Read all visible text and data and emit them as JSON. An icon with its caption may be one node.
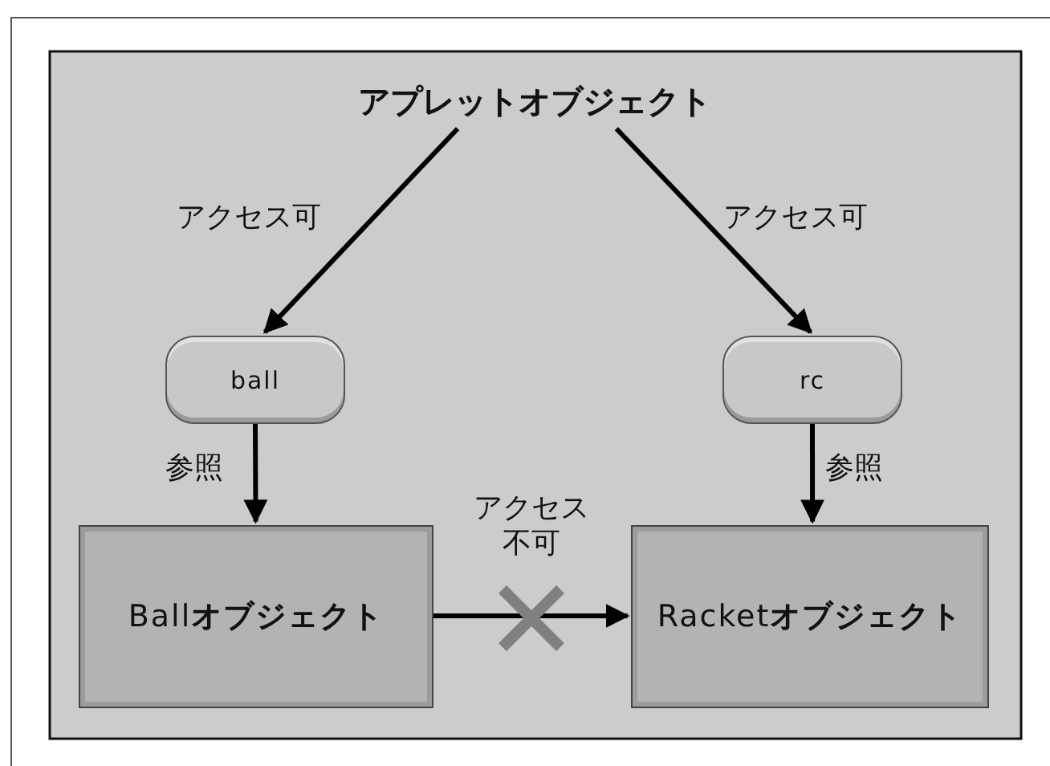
{
  "diagram": {
    "nodes": [
      {
        "text": [
          "アプレットオブジェクト"
        ]
      },
      {
        "text": [
          "ball"
        ]
      },
      {
        "text": [
          "rc"
        ]
      },
      {
        "text": [
          "Ball**オブジェクト**"
        ]
      },
      {
        "text": [
          "Racket**オブジェクト**"
        ]
      }
    ],
    "edges": [
      {
        "from": 0,
        "to": 1,
        "arrow": "to",
        "label": "アクセス可"
      },
      {
        "from": 0,
        "to": 2,
        "arrow": "to",
        "label": "アクセス可"
      },
      {
        "from": 1,
        "to": 3,
        "arrow": "to",
        "label": "参照"
      },
      {
        "from": 2,
        "to": 4,
        "arrow": "to",
        "label": "参照"
      },
      {
        "from": 3,
        "to": 4,
        "arrow": "to",
        "label": "アクセス不可"
      }
    ]
  }
}
